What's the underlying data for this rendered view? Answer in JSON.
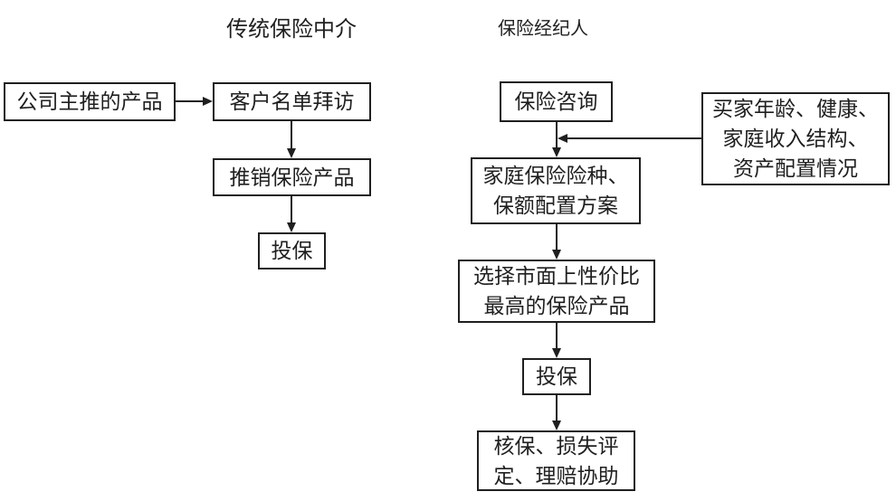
{
  "diagram": {
    "columns": {
      "left_title": "传统保险中介",
      "right_title": "保险经纪人"
    },
    "nodes": {
      "company_products": "公司主推的产品",
      "customer_visits": "客户名单拜访",
      "sell_products": "推销保险产品",
      "apply_left": "投保",
      "consultation": "保险咨询",
      "buyer_profile": "买家年龄、健康、\n家庭收入结构、\n资产配置情况",
      "family_plan": "家庭保险险种、\n保额配置方案",
      "select_product": "选择市面上性价比\n最高的保险产品",
      "apply_right": "投保",
      "claims_support": "核保、损失评\n定、理赔协助"
    },
    "edges": [
      {
        "from": "company_products",
        "to": "customer_visits",
        "direction": "right"
      },
      {
        "from": "customer_visits",
        "to": "sell_products",
        "direction": "down"
      },
      {
        "from": "sell_products",
        "to": "apply_left",
        "direction": "down"
      },
      {
        "from": "consultation",
        "to": "family_plan",
        "direction": "down"
      },
      {
        "from": "buyer_profile",
        "to": "consultation-family_plan-connector",
        "direction": "left"
      },
      {
        "from": "family_plan",
        "to": "select_product",
        "direction": "down"
      },
      {
        "from": "select_product",
        "to": "apply_right",
        "direction": "down"
      },
      {
        "from": "apply_right",
        "to": "claims_support",
        "direction": "down"
      }
    ],
    "colors": {
      "background": "#ffffff",
      "line": "#1f1f1f",
      "text": "#1f1f1f"
    }
  }
}
